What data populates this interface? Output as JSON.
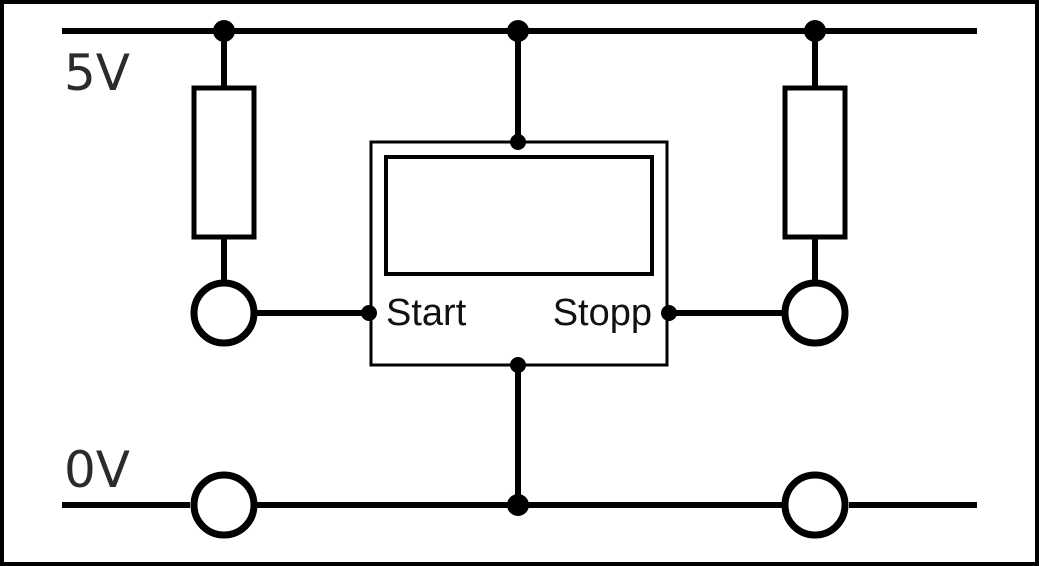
{
  "rails": {
    "top_label": "5V",
    "bottom_label": "0V"
  },
  "timer": {
    "start_label": "Start",
    "stop_label": "Stopp"
  },
  "colors": {
    "line": "#000000",
    "background": "#ffffff"
  }
}
